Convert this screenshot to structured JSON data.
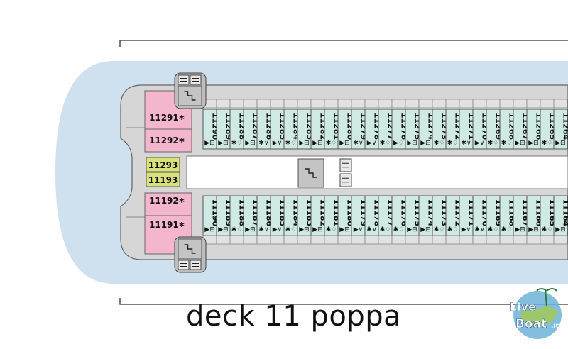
{
  "caption": "deck 11 poppa",
  "logo": {
    "text_a": "Live",
    "text_b": "Boat",
    "text_c": ".it"
  },
  "colors": {
    "water": "#cfe1ef",
    "hull": "#d6d6d6",
    "cabin": "#cfe9e4",
    "suite": "#f4b6cc",
    "special": "#d9e27a",
    "stair": "#c4c4c4"
  },
  "cabins": {
    "top": [
      {
        "n": "11290",
        "s": "▶⊟"
      },
      {
        "n": "11289",
        "s": "▶⊟"
      },
      {
        "n": "11288",
        "s": "✱♢"
      },
      {
        "n": "11287",
        "s": "▶⊟"
      },
      {
        "n": "11286",
        "s": "✱∨"
      },
      {
        "n": "11285",
        "s": "▶∨"
      },
      {
        "n": "11284",
        "s": "✱♢"
      },
      {
        "n": "11283",
        "s": "▶⊟"
      },
      {
        "n": "11282",
        "s": "▶⊟"
      },
      {
        "n": "11281",
        "s": "✱♢"
      },
      {
        "n": "11280",
        "s": "▶⊟"
      },
      {
        "n": "11279",
        "s": "✱∨"
      },
      {
        "n": "11278",
        "s": "▶∨"
      },
      {
        "n": "11277",
        "s": "✱♢"
      },
      {
        "n": "11276",
        "s": "▶♢"
      },
      {
        "n": "11275",
        "s": "▶⊟"
      },
      {
        "n": "11274",
        "s": "▶⊟"
      },
      {
        "n": "11273",
        "s": "✱♢"
      },
      {
        "n": "11272",
        "s": "✱♢"
      },
      {
        "n": "11271",
        "s": "✱∨"
      },
      {
        "n": "11270",
        "s": "▶∨"
      },
      {
        "n": "11269",
        "s": "✱♢"
      },
      {
        "n": "11268",
        "s": "✱♢"
      },
      {
        "n": "11267",
        "s": "▶⊟"
      },
      {
        "n": "11266",
        "s": "▶⊟"
      },
      {
        "n": "11265",
        "s": "✱♢"
      },
      {
        "n": "11264",
        "s": "▶⊟"
      }
    ],
    "bottom": [
      {
        "n": "11190",
        "s": "▶⊟"
      },
      {
        "n": "11189",
        "s": "▶⊟"
      },
      {
        "n": "11188",
        "s": "✱♢"
      },
      {
        "n": "11187",
        "s": "▶⊟"
      },
      {
        "n": "11186",
        "s": "✱∨"
      },
      {
        "n": "11185",
        "s": "▶∨"
      },
      {
        "n": "11184",
        "s": "✱♢"
      },
      {
        "n": "11183",
        "s": "▶⊟"
      },
      {
        "n": "11182",
        "s": "▶⊟"
      },
      {
        "n": "11181",
        "s": "✱♢"
      },
      {
        "n": "11180",
        "s": "▶⊟"
      },
      {
        "n": "11179",
        "s": "▶∨"
      },
      {
        "n": "11178",
        "s": "✱∨"
      },
      {
        "n": "11177",
        "s": "✱♢"
      },
      {
        "n": "11176",
        "s": "✱♢"
      },
      {
        "n": "11175",
        "s": "▶⊟"
      },
      {
        "n": "11174",
        "s": "▶⊟"
      },
      {
        "n": "11173",
        "s": "✱♢"
      },
      {
        "n": "11172",
        "s": "✱♢"
      },
      {
        "n": "11171",
        "s": "▶∨"
      },
      {
        "n": "11170",
        "s": "✱∨"
      },
      {
        "n": "11169",
        "s": "✱♢"
      },
      {
        "n": "11168",
        "s": "✱♢"
      },
      {
        "n": "11167",
        "s": "▶⊟"
      },
      {
        "n": "11166",
        "s": "▶⊟"
      },
      {
        "n": "11165",
        "s": "✱♢"
      },
      {
        "n": "11164",
        "s": "▶⊟"
      }
    ]
  },
  "suites": [
    {
      "n": "11291",
      "m": "*"
    },
    {
      "n": "11292",
      "m": "*"
    },
    {
      "n": "11192",
      "m": "*"
    },
    {
      "n": "11191",
      "m": "*"
    }
  ],
  "special": [
    "11293",
    "11193"
  ]
}
